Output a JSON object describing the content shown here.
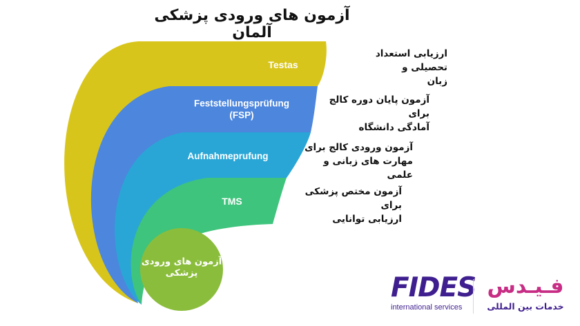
{
  "title": "آزمون های ورودی پزشکی آلمان",
  "levels": [
    {
      "label": "Testas",
      "description": "ارزیابی استعداد تحصیلی و\nزبان",
      "color": "#d8c51c"
    },
    {
      "label": "Feststellungsprüfung\n(FSP)",
      "description": "آزمون پایان دوره کالج برای\nآمادگی دانشگاه",
      "color": "#4d86dd"
    },
    {
      "label": "Aufnahmeprufung",
      "description": "آزمون ورودی کالج برای\nمهارت های زبانی و علمی",
      "color": "#29a6d6"
    },
    {
      "label": "TMS",
      "description": "آزمون مختص پزشکی برای\nارزیابی توانایی",
      "color": "#3ec47c"
    }
  ],
  "center": {
    "label": "آزمون های ورودی\nپزشکی",
    "color": "#8bbd3c"
  },
  "logo": {
    "en_word": "FIDES",
    "en_sub": "international services",
    "fa_word": "فـیـدس",
    "fa_sub": "خدمات بین المللی"
  }
}
